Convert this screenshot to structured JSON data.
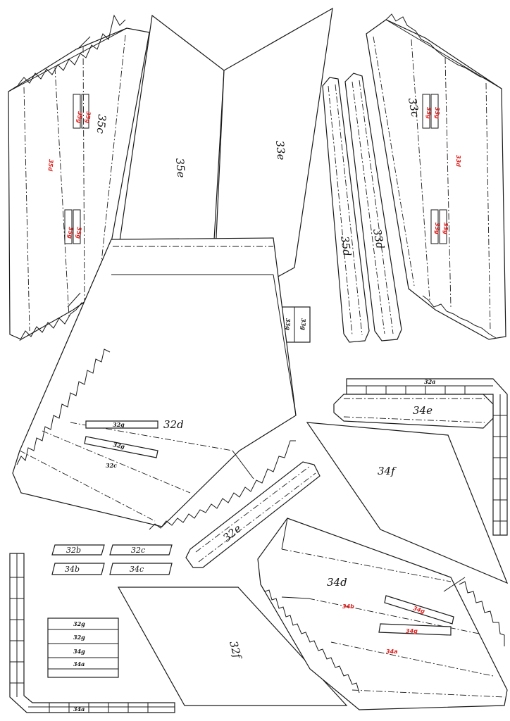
{
  "sheet": {
    "labels": {
      "p35c": "35c",
      "p35e": "35e",
      "p35d": "35d",
      "p33e": "33e",
      "p33d": "33d",
      "p33c": "33c",
      "p32a": "32a",
      "p32d": "32d",
      "p32e": "32e",
      "p32f": "32f",
      "p32b": "32b",
      "p32c": "32c",
      "p34a": "34a",
      "p34b": "34b",
      "p34c": "34c",
      "p34d": "34d",
      "p34e": "34e",
      "p34f": "34f"
    },
    "markers": {
      "m35g": "35g",
      "m35d": "35d",
      "m33g": "33g",
      "m33d": "33d",
      "m32g": "32g",
      "m32c": "32c",
      "m34g": "34g",
      "m34a": "34a",
      "m34b": "34b"
    },
    "strip_sets": {
      "g35": [
        "35g",
        "35g",
        "35g",
        "35g"
      ],
      "g33": [
        "33g",
        "33g",
        "33g",
        "33g"
      ],
      "bottom": [
        "32g",
        "32g",
        "34g",
        "34a"
      ]
    }
  }
}
